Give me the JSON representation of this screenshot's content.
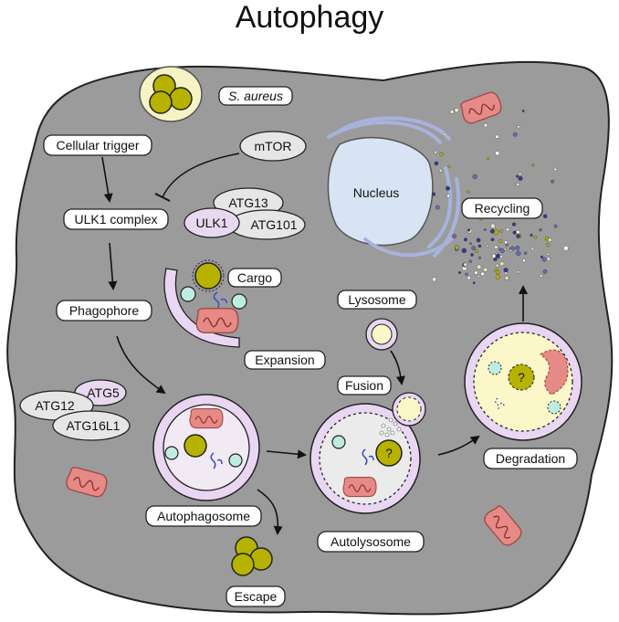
{
  "title": "Autophagy",
  "labels": {
    "s_aureus": "S. aureus",
    "cellular_trigger": "Cellular trigger",
    "mtor": "mTOR",
    "ulk1_complex": "ULK1 complex",
    "atg13": "ATG13",
    "ulk1": "ULK1",
    "atg101": "ATG101",
    "nucleus": "Nucleus",
    "recycling": "Recycling",
    "cargo": "Cargo",
    "phagophore": "Phagophore",
    "lysosome": "Lysosome",
    "expansion": "Expansion",
    "fusion": "Fusion",
    "atg5": "ATG5",
    "atg12": "ATG12",
    "atg16l1": "ATG16L1",
    "degradation": "Degradation",
    "autophagosome": "Autophagosome",
    "autolysosome": "Autolysosome",
    "escape": "Escape",
    "unknown_mark": "?"
  },
  "colors": {
    "cytoplasm": "#9b9b9b",
    "pill_fill": "#ffffff",
    "protein_fill": "#e6e6e6",
    "ulk1_fill": "#e8d8f0",
    "membrane": "#e9d6f2",
    "bacteria": "#b7b200",
    "lysosome_fill": "#fbf7c8",
    "mitochondria": "#e58a86",
    "vesicle": "#bfece0",
    "nucleus": "#d8e4f4",
    "er": "#a7b3dc",
    "rna": "#3a49c8"
  }
}
